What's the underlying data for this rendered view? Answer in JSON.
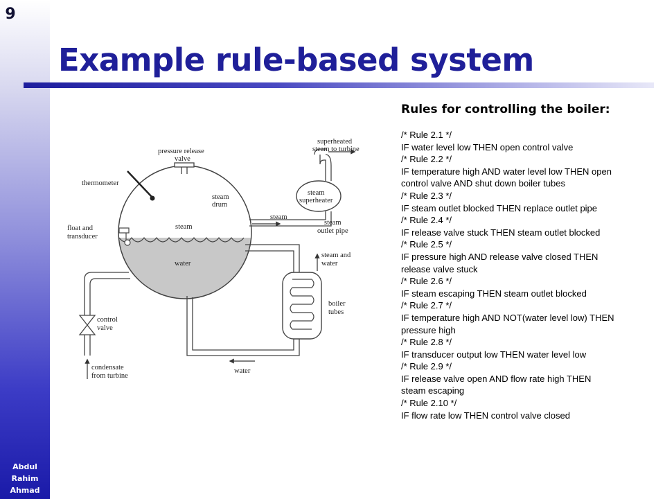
{
  "slide": {
    "number": "9"
  },
  "author": {
    "line1": "Abdul",
    "line2": "Rahim",
    "line3": "Ahmad"
  },
  "title": "Example rule-based system",
  "colors": {
    "title": "#1f1f99",
    "sidebar_bottom": "#1a1aa8",
    "water": "#c8c8c8"
  },
  "diagram": {
    "labels": {
      "pressure_release": "pressure release",
      "valve": "valve",
      "thermometer": "thermometer",
      "steam_drum_1": "steam",
      "steam_drum_2": "drum",
      "steam_in_drum": "steam",
      "water_in_drum": "water",
      "float_1": "float and",
      "float_2": "transducer",
      "control_valve_1": "control",
      "control_valve_2": "valve",
      "condensate_1": "condensate",
      "condensate_2": "from turbine",
      "superheated_1": "superheated",
      "superheated_2": "steam to turbine",
      "superheater_1": "steam",
      "superheater_2": "superheater",
      "steam_arrow": "steam",
      "outlet_1": "steam",
      "outlet_2": "outlet pipe",
      "steam_water_1": "steam and",
      "steam_water_2": "water",
      "boiler_tubes_1": "boiler",
      "boiler_tubes_2": "tubes",
      "water_bottom": "water"
    }
  },
  "rules_heading": "Rules for controlling the boiler:",
  "rules": [
    "/* Rule 2.1 */",
    "IF water level low THEN open control valve",
    "/* Rule 2.2 */",
    "IF temperature high AND water level low THEN open",
    "control valve AND shut down boiler tubes",
    "/* Rule 2.3 */",
    "IF steam outlet blocked THEN replace outlet pipe",
    "/* Rule 2.4 */",
    "IF release valve stuck THEN steam outlet blocked",
    "/* Rule 2.5 */",
    "IF pressure high AND release valve closed THEN",
    "release valve stuck",
    "/* Rule 2.6 */",
    "IF steam escaping THEN steam outlet blocked",
    "/* Rule 2.7 */",
    "IF temperature high AND NOT(water level low) THEN",
    "pressure high",
    "/* Rule 2.8 */",
    "IF transducer output low THEN water level low",
    "/* Rule 2.9 */",
    "IF release valve open AND flow rate high THEN",
    "steam escaping",
    "/* Rule 2.10 */",
    "IF flow rate low THEN control valve closed"
  ]
}
